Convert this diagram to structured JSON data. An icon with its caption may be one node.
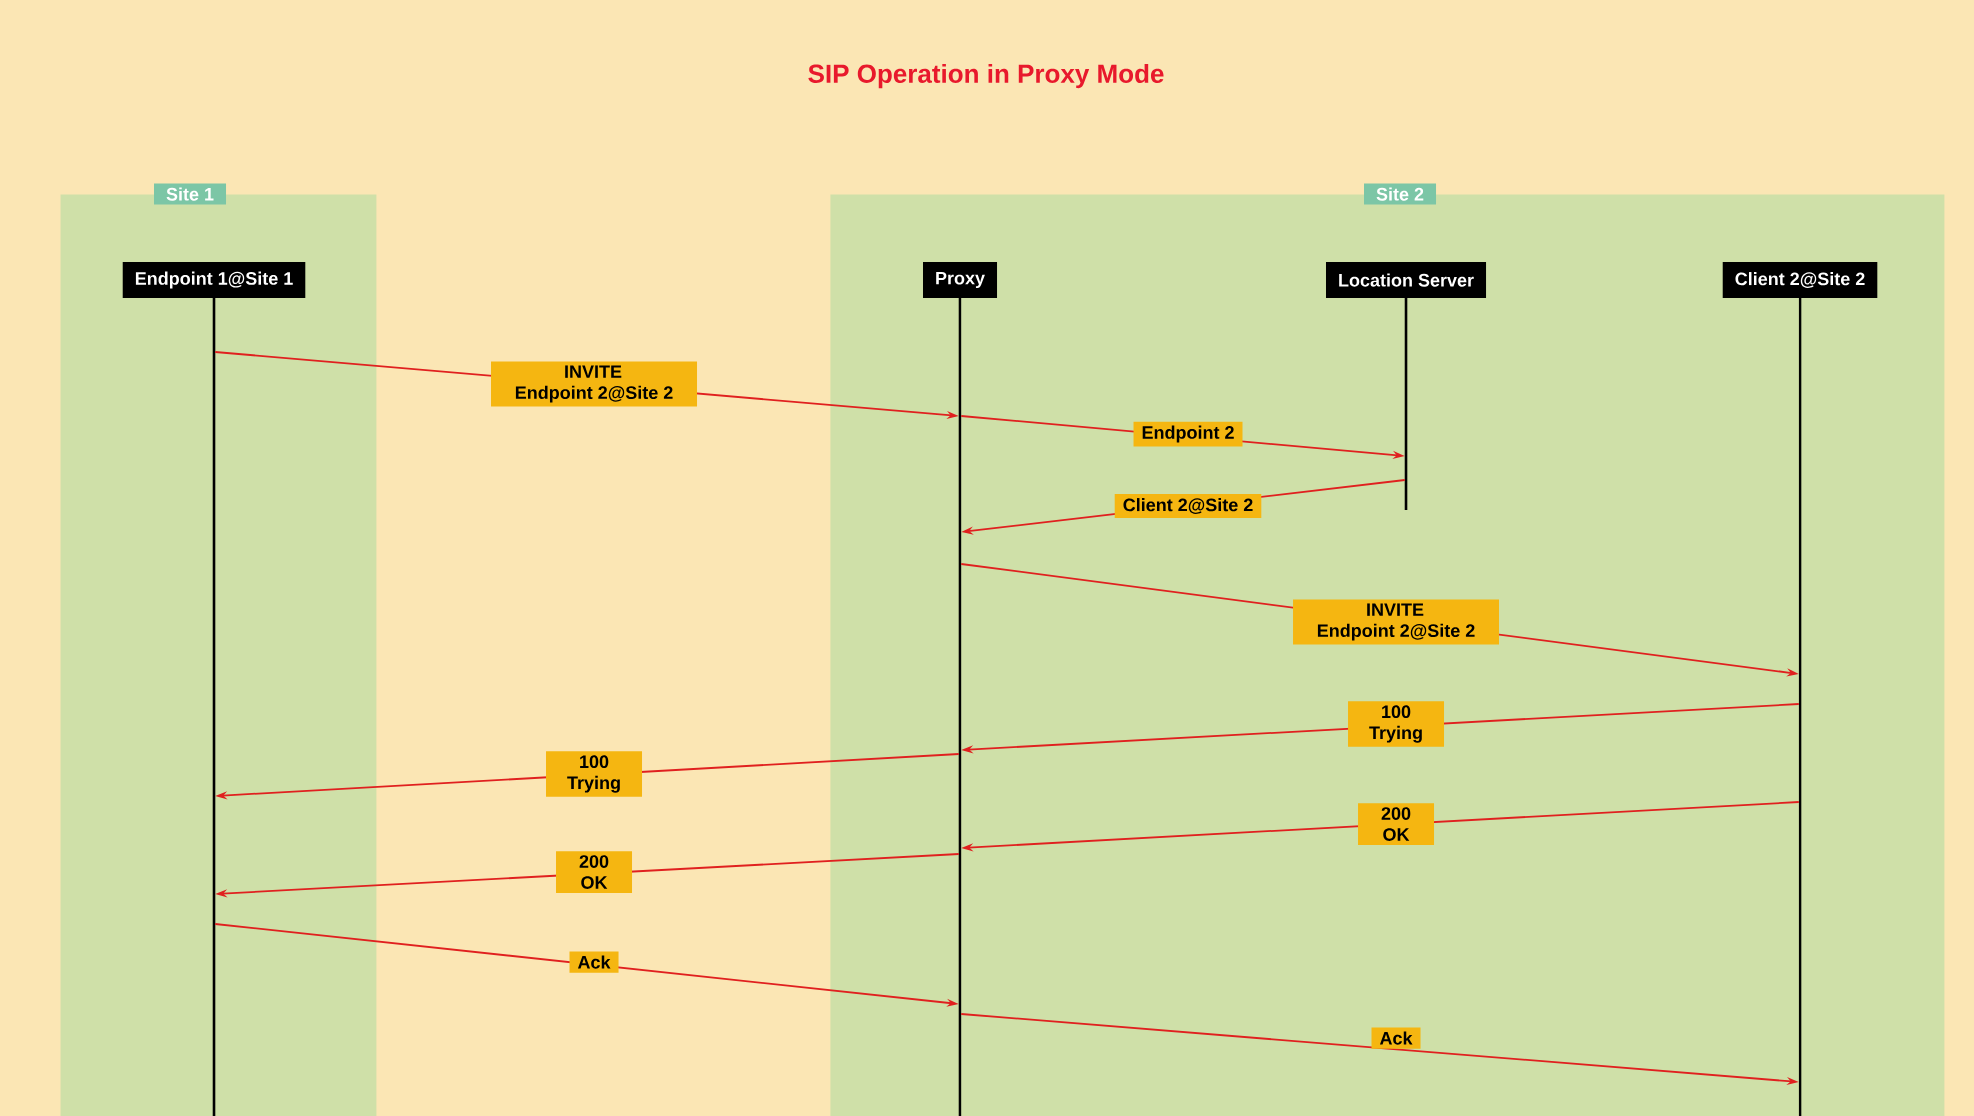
{
  "diagram": {
    "title": "SIP Operation in Proxy Mode",
    "nodes": [
      {
        "text": [
          "Site 1"
        ]
      },
      {
        "text": [
          "Site 2"
        ]
      },
      {
        "text": [
          "Endpoint 1@Site 1"
        ],
        "in": 0
      },
      {
        "text": [
          "Proxy"
        ],
        "in": 1
      },
      {
        "text": [
          "Location Server"
        ],
        "in": 1
      },
      {
        "text": [
          "Client 2@Site 2"
        ],
        "in": 1
      }
    ],
    "edges": [
      {
        "from": 2,
        "to": 3,
        "arrow": "to",
        "label": "INVITE Endpoint 2@Site 2"
      },
      {
        "from": 3,
        "to": 4,
        "arrow": "to",
        "label": "Endpoint 2"
      },
      {
        "from": 4,
        "to": 3,
        "arrow": "to",
        "label": "Client 2@Site 2"
      },
      {
        "from": 3,
        "to": 5,
        "arrow": "to",
        "label": "INVITE Endpoint 2@Site 2"
      },
      {
        "from": 5,
        "to": 3,
        "arrow": "to",
        "label": "100 Trying"
      },
      {
        "from": 3,
        "to": 2,
        "arrow": "to",
        "label": "100 Trying"
      },
      {
        "from": 5,
        "to": 3,
        "arrow": "to",
        "label": "200 OK"
      },
      {
        "from": 3,
        "to": 2,
        "arrow": "to",
        "label": "200 OK"
      },
      {
        "from": 2,
        "to": 3,
        "arrow": "to",
        "label": "Ack"
      },
      {
        "from": 3,
        "to": 5,
        "arrow": "to",
        "label": "Ack"
      }
    ]
  }
}
